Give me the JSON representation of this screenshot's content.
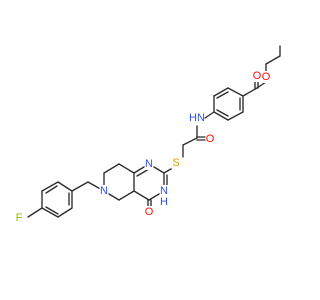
{
  "molecule": {
    "atoms": [
      {
        "id": "F",
        "element": "F",
        "label": "F",
        "color": "#90c000"
      },
      {
        "id": "N6",
        "element": "N",
        "label": "N",
        "color": "#3050f8"
      },
      {
        "id": "N1",
        "element": "N",
        "label": "N",
        "color": "#3050f8"
      },
      {
        "id": "N3",
        "element": "N",
        "label": "N",
        "color": "#3050f8"
      },
      {
        "id": "H3",
        "element": "H",
        "label": "H",
        "color": "#3050f8"
      },
      {
        "id": "O4",
        "element": "O",
        "label": "O",
        "color": "#ff0d0d"
      },
      {
        "id": "S",
        "element": "S",
        "label": "S",
        "color": "#c9a400"
      },
      {
        "id": "Oam",
        "element": "O",
        "label": "O",
        "color": "#ff0d0d"
      },
      {
        "id": "NH",
        "element": "N",
        "label": "HN",
        "color": "#3050f8"
      },
      {
        "id": "Oc",
        "element": "O",
        "label": "O",
        "color": "#ff0d0d"
      },
      {
        "id": "Oe",
        "element": "O",
        "label": "O",
        "color": "#ff0d0d"
      }
    ]
  }
}
